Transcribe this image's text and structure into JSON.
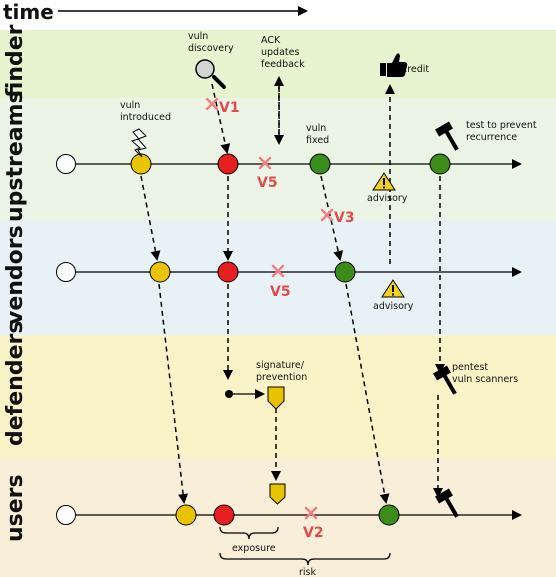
{
  "title": "time",
  "lanes": {
    "finder": "finder",
    "upstreams": "upstreams",
    "vendors": "vendors",
    "defenders": "defenders",
    "users": "users"
  },
  "notes": {
    "vuln_discovery_1": "vuln",
    "vuln_discovery_2": "discovery",
    "ack_1": "ACK",
    "ack_2": "updates",
    "ack_3": "feedback",
    "credit": "credit",
    "vuln_introduced_1": "vuln",
    "vuln_introduced_2": "introduced",
    "vuln_fixed_1": "vuln",
    "vuln_fixed_2": "fixed",
    "test_prevent_1": "test to prevent",
    "test_prevent_2": "recurrence",
    "advisory_upstream": "advisory",
    "advisory_vendor": "advisory",
    "signature_1": "signature/",
    "signature_2": "prevention",
    "pentest_1": "pentest",
    "pentest_2": "vuln scanners",
    "exposure": "exposure",
    "risk": "risk"
  },
  "vtags": {
    "v1": "V1",
    "v5_upstream": "V5",
    "v3": "V3",
    "v5_vendor": "V5",
    "v2": "V2"
  },
  "colors": {
    "finder_bg": "#e6f5d0",
    "upstreams_bg": "#ecf4e6",
    "vendors_bg": "#e8f2f6",
    "defenders_bg": "#fbf3c8",
    "users_bg": "#f9efd8",
    "yellow": "#e8c400",
    "red": "#e62020",
    "green": "#3c8c1a",
    "xmark": "#f08080"
  },
  "icons": [
    "magnifier-icon",
    "thumbs-up-icon",
    "lightning-icon",
    "hammer-icon",
    "warning-icon",
    "shield-icon"
  ]
}
